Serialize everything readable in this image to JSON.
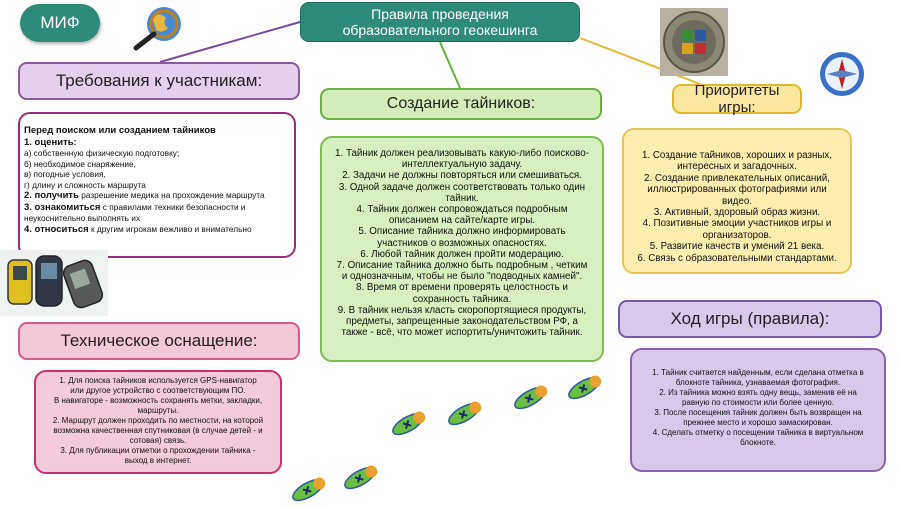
{
  "myth_label": "МИФ",
  "main_title": [
    "Правила проведения",
    "образовательного геокешинга"
  ],
  "requirements": {
    "title": "Требования к участникам:",
    "heading": "Перед поиском или созданием тайников",
    "items": [
      {
        "bold": "1. оценить:",
        "text": ""
      },
      {
        "bold": "",
        "text": "а) собственную физическую подготовку;"
      },
      {
        "bold": "",
        "text": "б) необходимое снаряжение,"
      },
      {
        "bold": "",
        "text": "в) погодные условия,"
      },
      {
        "bold": "",
        "text": "г) длину и сложность маршрута"
      },
      {
        "bold": "2. получить",
        "text": " разрешение медика на прохождение маршрута"
      },
      {
        "bold": "3. ознакомиться",
        "text": " с правилами техники безопасности и"
      },
      {
        "bold": "",
        "text": "неукоснительно выполнять их"
      },
      {
        "bold": "4. относиться",
        "text": " к другим игрокам вежливо и внимательно"
      }
    ]
  },
  "creation": {
    "title": "Создание тайников:",
    "lines": [
      "1. Тайник должен реализовывать какую-либо поисково-",
      "интеллектуальную задачу.",
      "2. Задачи не должны повторяться или смешиваться.",
      "3. Одной задаче должен соответствовать только один",
      "тайник.",
      "4. Тайник должен сопровождаться подробным",
      "описанием на сайте/карте игры.",
      "5. Описание тайника должно информировать",
      "участников о возможных опасностях.",
      "6. Любой тайник должен пройти модерацию.",
      "7. Описание тайника должно быть подробным , четким",
      "и однозначным, чтобы не было \"подводных камней\".",
      "8. Время от времени проверять целостность и",
      "сохранность тайника.",
      "9. В тайник нельзя класть скоропортящиеся продукты,",
      "предметы, запрещенные законодательством РФ, а",
      "также - всё, что может испортить/уничтожить тайник."
    ]
  },
  "priorities": {
    "title": "Приоритеты игры:",
    "lines": [
      "1. Создание тайников, хороших и разных,",
      "интересных и загадочных.",
      "2. Создание привлекательных описаний,",
      "иллюстрированных фотографиями или",
      "видео.",
      "3. Активный, здоровый образ жизни.",
      "4. Позитивные эмоции участников игры и",
      "организаторов.",
      "5. Развитие качеств и умений 21 века.",
      "6. Связь с образовательными стандартами."
    ]
  },
  "technical": {
    "title": "Техническое оснащение:",
    "lines": [
      "1. Для поиска тайников используется GPS-навигатор",
      "или другое устройство с соответствующим ПО.",
      "В навигаторе - возможность сохранять метки, закладки,",
      "маршруты.",
      "2. Маршрут должен проходить по местности, на которой",
      "возможна качественная спутниковая (в случае детей - и",
      "сотовая) связь.",
      "3. Для публикации отметки о прохождении тайника -",
      "выход в интернет."
    ]
  },
  "gameplay": {
    "title": "Ход игры (правила):",
    "lines": [
      "1. Тайник считается найденным, если сделана отметка в",
      "блокноте  тайника, узнаваемая фотография.",
      "2. Из тайника можно взять одну вещь, заменив её на",
      "равную по стоимости или более ценную.",
      "3. После посещения тайник должен быть возвращен на",
      "прежнее место и хорошо замаскирован.",
      "4. Сделать отметку о посещении тайника в виртуальном",
      "блокноте."
    ]
  },
  "colors": {
    "teal": "#2e8b7a",
    "purple": "#8a5aa0",
    "green": "#68b040",
    "yellow": "#e0b830",
    "pink": "#d45a8a",
    "violet": "#7a58a8"
  },
  "icons": [
    "magnifier-globe-icon",
    "geocaching-coin-icon",
    "compass-icon",
    "gps-navigators-icon",
    "footprint-icon"
  ]
}
